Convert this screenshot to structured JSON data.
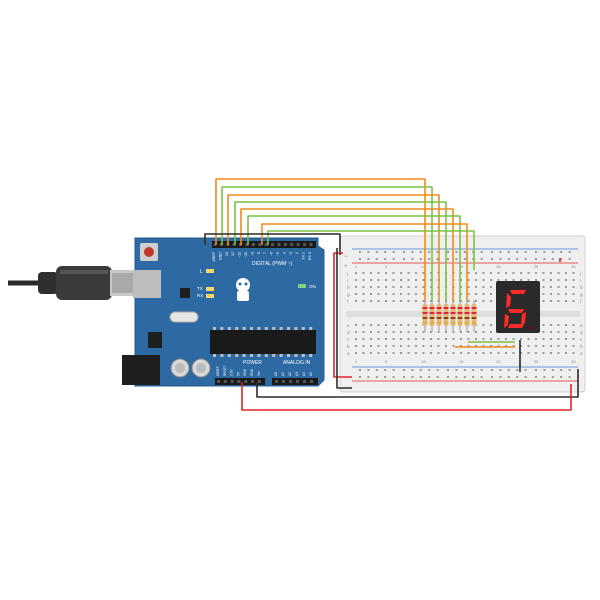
{
  "arduino": {
    "digital_header_label": "DIGITAL (PWM ~)",
    "power_label": "POWER",
    "analog_label": "ANALOG IN",
    "top_pin_labels": [
      "AREF",
      "GND",
      "13",
      "12",
      "~11",
      "~10",
      "~9",
      "8",
      "7",
      "~6",
      "~5",
      "4",
      "~3",
      "2",
      "TX 1",
      "RX 0"
    ],
    "power_pin_labels": [
      "IOREF",
      "RESET",
      "3.3V",
      "5V",
      "GND",
      "GND",
      "Vin"
    ],
    "analog_pin_labels": [
      "A0",
      "A1",
      "A2",
      "A3",
      "A4",
      "A5"
    ],
    "led_L": "L",
    "led_TX": "TX",
    "led_RX": "RX",
    "led_ON": "ON"
  },
  "breadboard": {
    "row_letters_top": [
      "j",
      "i",
      "h",
      "g",
      "f"
    ],
    "row_letters_bottom": [
      "e",
      "d",
      "c",
      "b",
      "a"
    ],
    "column_numbers": [
      "1",
      "5",
      "10",
      "15",
      "20",
      "25",
      "30"
    ],
    "rail_plus": "+",
    "rail_minus": "−"
  },
  "display": {
    "digit": "6"
  },
  "colors": {
    "board_blue": "#2d6aa3",
    "wire_orange": "#f08c1c",
    "wire_green": "#7cc242",
    "wire_red": "#e0262b",
    "wire_black": "#2b2b2b",
    "segment_red": "#ff2a2a"
  }
}
